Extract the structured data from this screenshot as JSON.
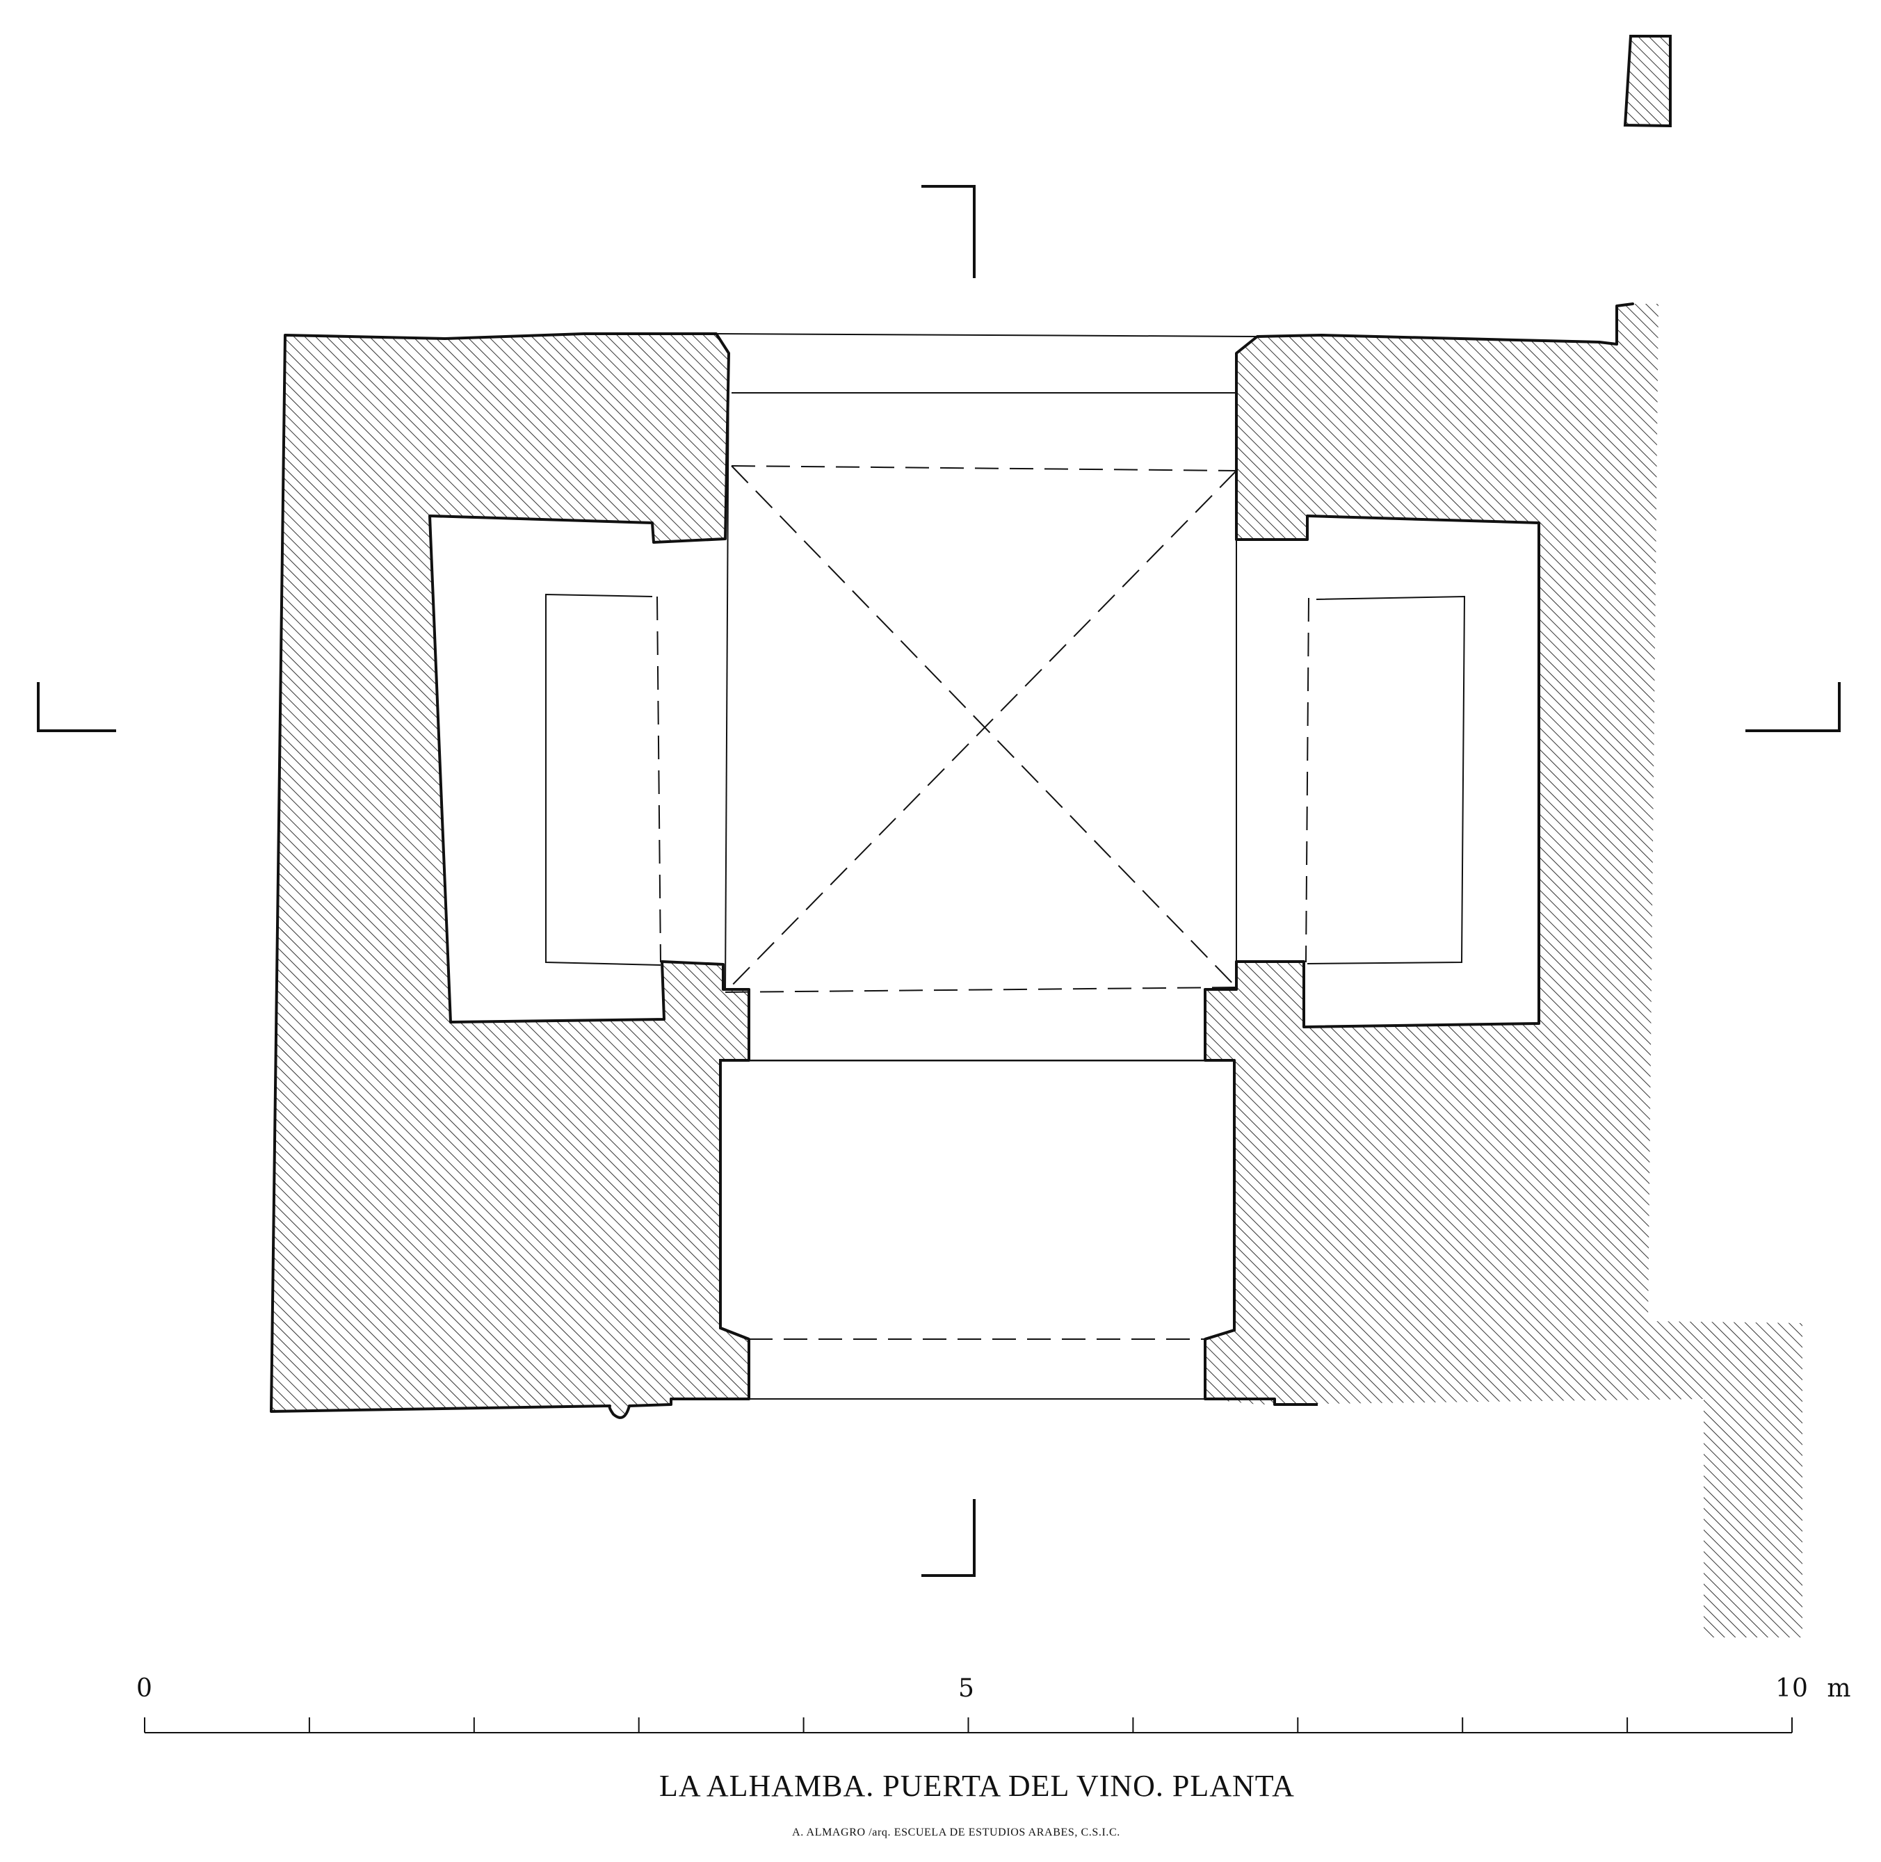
{
  "title": "LA ALHAMBA. PUERTA DEL VINO. PLANTA",
  "credit": "A. ALMAGRO /arq. ESCUELA DE ESTUDIOS ARABES, C.S.I.C.",
  "scale_bar": {
    "labels": [
      "0",
      "5",
      "10"
    ],
    "unit": "m",
    "max": 10,
    "divisions": 10
  },
  "colors": {
    "line": "#111111",
    "hatch": "#333333",
    "background": "#ffffff"
  }
}
